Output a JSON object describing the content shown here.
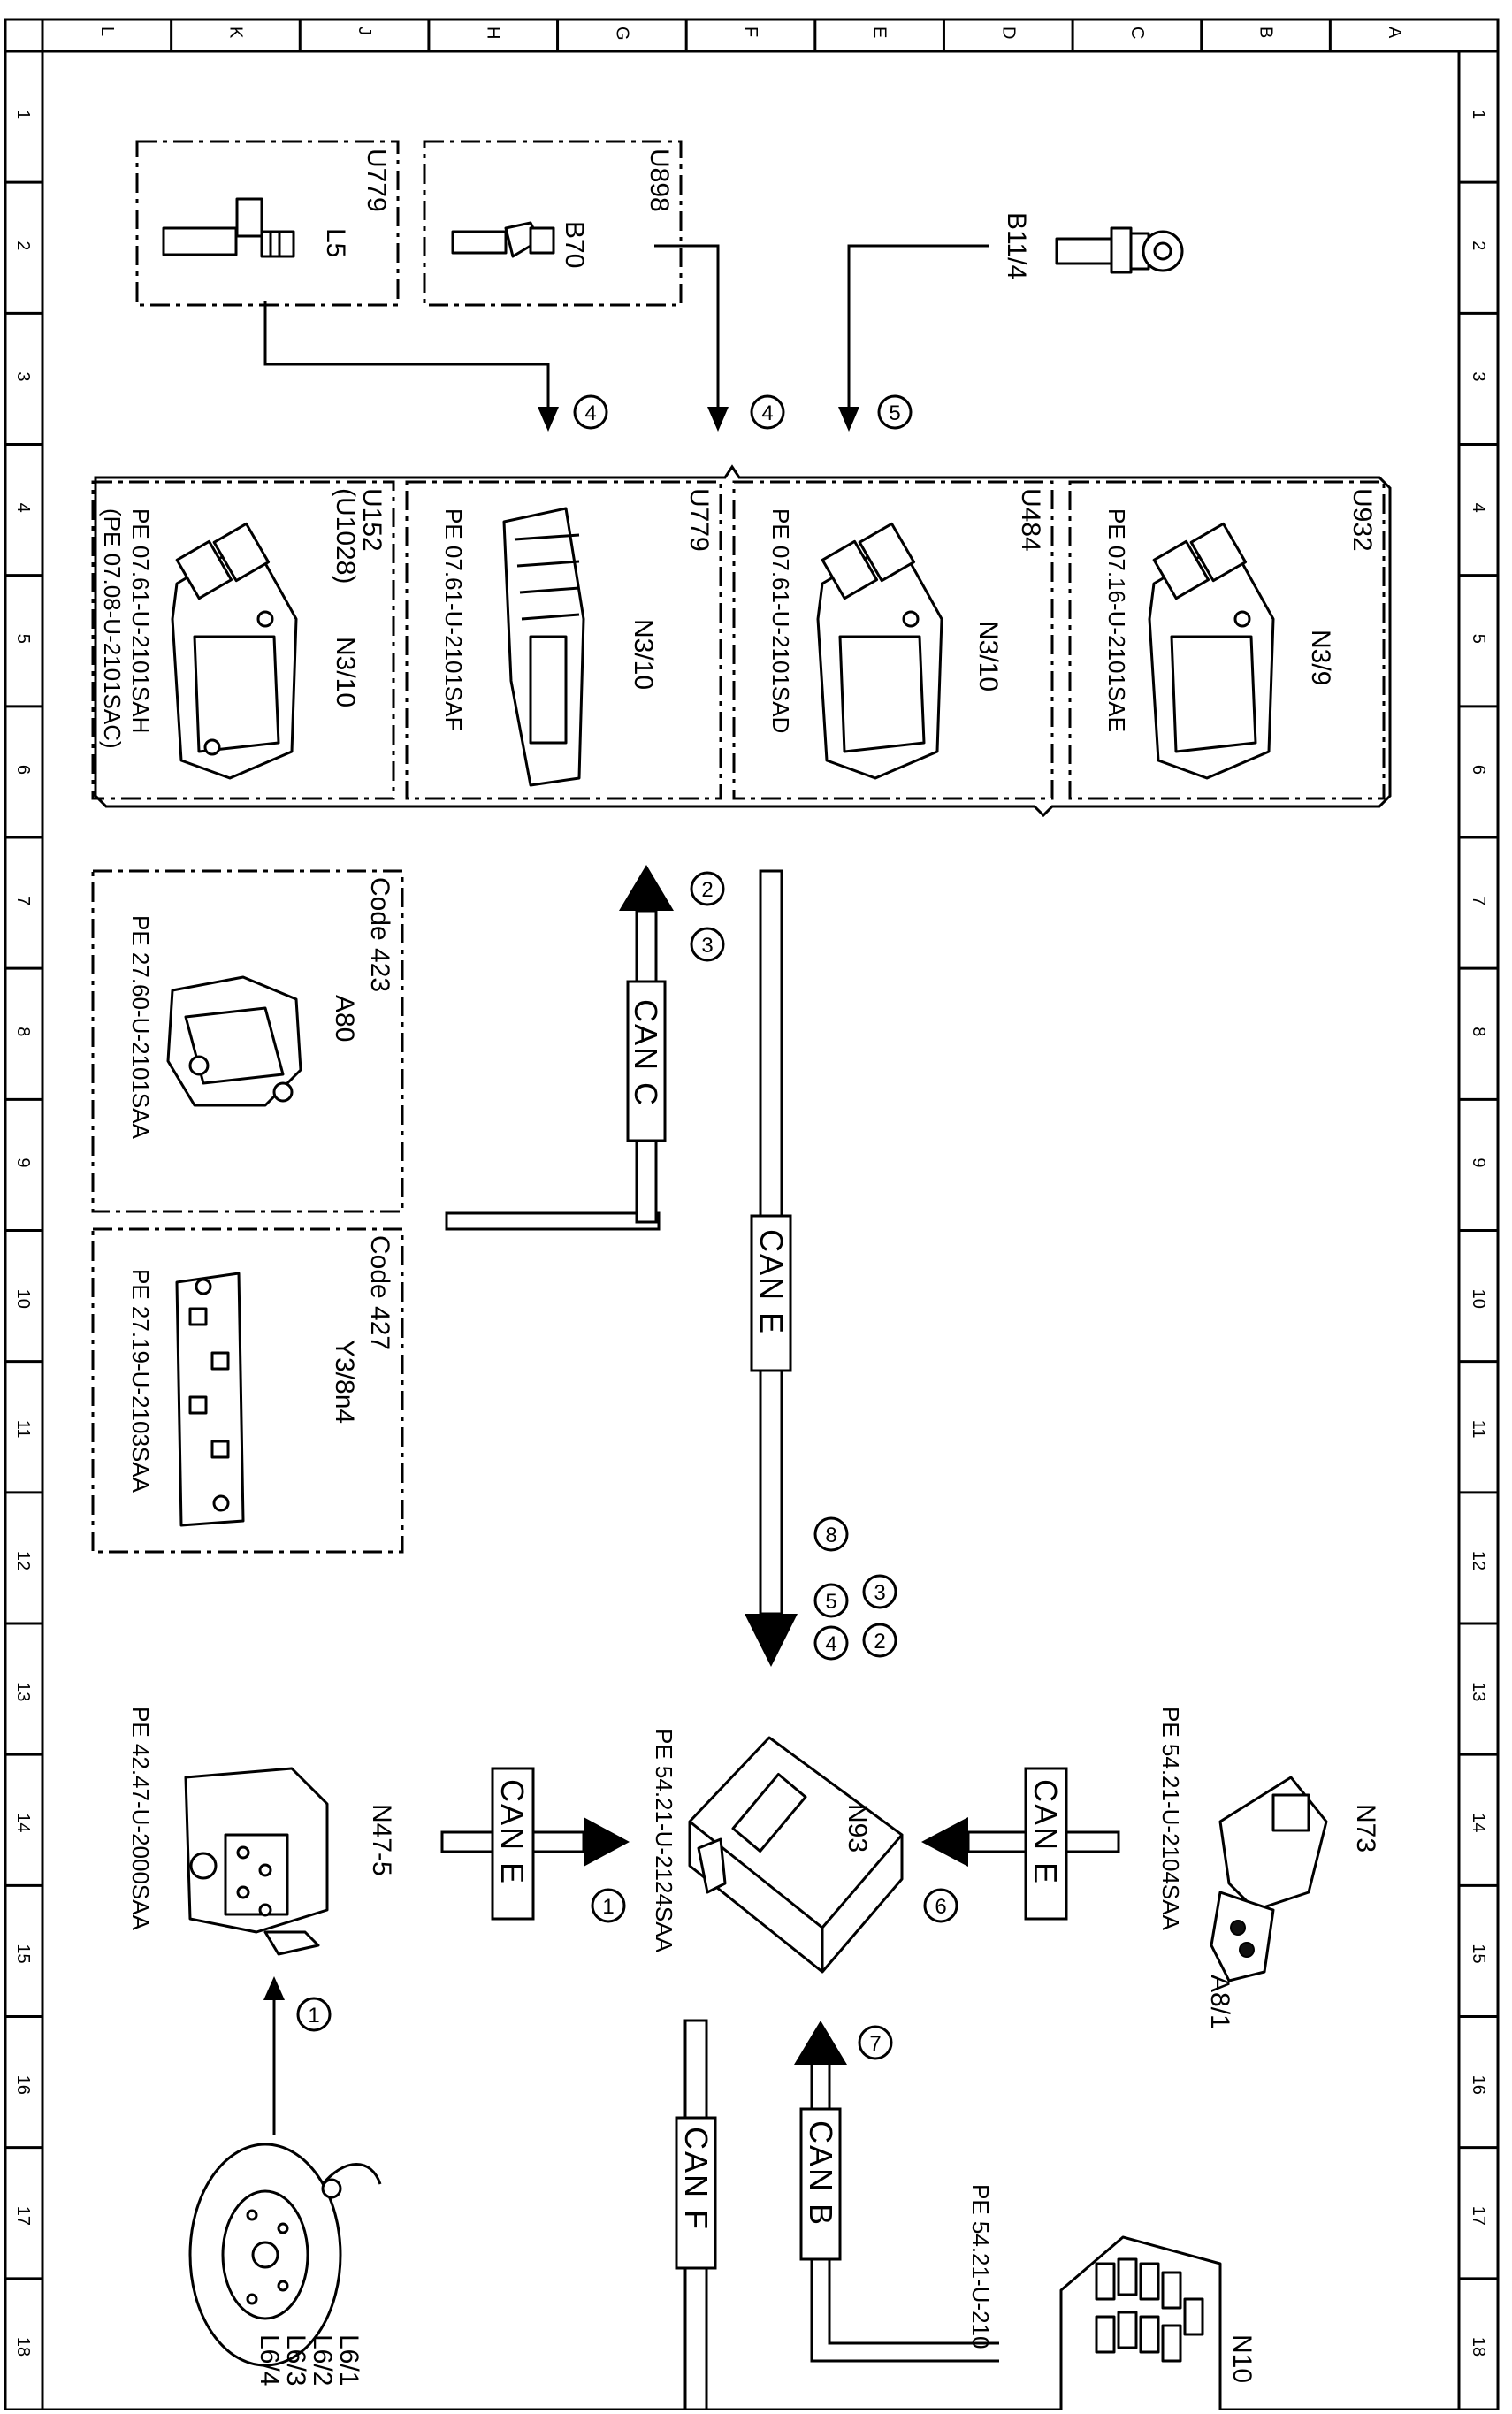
{
  "frame": {
    "rows": [
      "1",
      "2",
      "3",
      "4",
      "5",
      "6",
      "7",
      "8",
      "9",
      "10",
      "11",
      "12",
      "13",
      "14",
      "15",
      "16",
      "17",
      "18"
    ],
    "cols": [
      "L",
      "K",
      "J",
      "H",
      "G",
      "F",
      "E",
      "D",
      "C",
      "B",
      "A"
    ]
  },
  "components": [
    {
      "id": "U779a",
      "group": "U779",
      "name": "L5"
    },
    {
      "id": "U898",
      "group": "U898",
      "name": "B70"
    },
    {
      "id": "B11_4",
      "group": "",
      "name": "B11/4"
    },
    {
      "id": "ECU_U152",
      "group": "U152",
      "group2": "(U1028)",
      "name": "N3/10",
      "ref": "PE 07.61-U-2101SAH",
      "ref2": "(PE 07.08-U-2101SAC)"
    },
    {
      "id": "ECU_U779",
      "group": "U779",
      "name": "N3/10",
      "ref": "PE 07.61-U-2101SAF"
    },
    {
      "id": "ECU_U484",
      "group": "U484",
      "name": "N3/10",
      "ref": "PE 07.61-U-2101SAD"
    },
    {
      "id": "ECU_U932",
      "group": "U932",
      "name": "N3/9",
      "ref": "PE 07.16-U-2101SAE"
    },
    {
      "id": "A80",
      "group": "Code 423",
      "name": "A80",
      "ref": "PE 27.60-U-2101SAA"
    },
    {
      "id": "Y3_8n4",
      "group": "Code 427",
      "name": "Y3/8n4",
      "ref": "PE 27.19-U-2103SAA"
    },
    {
      "id": "N47_5",
      "name": "N47-5",
      "ref": "PE 42.47-U-2000SAA"
    },
    {
      "id": "N93",
      "name": "N93",
      "ref": "PE 54.21-U-2124SAA"
    },
    {
      "id": "N73",
      "name": "N73",
      "name2": "A8/1",
      "ref": "PE 54.21-U-2104SAA"
    },
    {
      "id": "N10",
      "name": "N10",
      "ref": "PE 54.21-U-210"
    },
    {
      "id": "L6",
      "names": [
        "L6/1",
        "L6/2",
        "L6/3",
        "L6/4"
      ]
    }
  ],
  "buses": {
    "can_c": "CAN C",
    "can_e_main": "CAN E",
    "can_e_left": "CAN E",
    "can_e_right": "CAN E",
    "can_f": "CAN F",
    "can_b": "CAN B"
  },
  "signals": {
    "s4a": "4",
    "s4b": "4",
    "s5": "5",
    "s2": "2",
    "s3": "3",
    "n2": "2",
    "n3": "3",
    "n4": "4",
    "n5": "5",
    "n8": "8",
    "s1a": "1",
    "s6": "6",
    "s1b": "1",
    "s7": "7"
  }
}
